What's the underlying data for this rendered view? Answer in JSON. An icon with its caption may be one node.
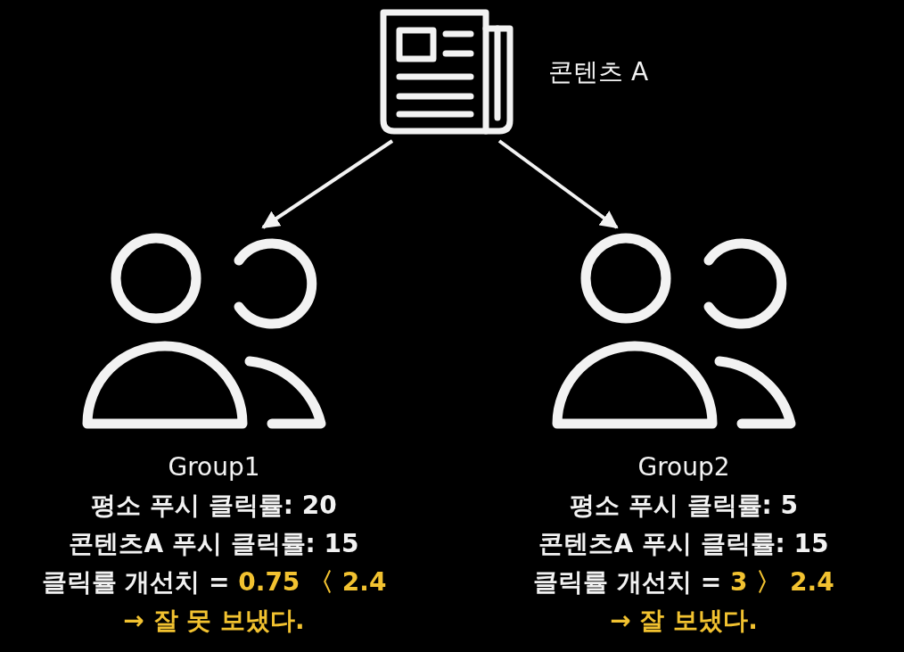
{
  "diagram": {
    "nodes": [
      {
        "text": [],
        "shape": "newspaper",
        "beside": [
          "콘텐츠 A"
        ]
      },
      {
        "text": [
          "Group1",
          "평소 푸시 클릭률: 20",
          "콘텐츠A 푸시 클릭률: 15",
          "클릭률 개선치 = **0.75 〈 2.4**",
          "→ 잘 못 보냈다."
        ]
      },
      {
        "text": [
          "Group2",
          "평소 푸시 클릭률: 5",
          "콘텐츠A 푸시 클릭률: 15",
          "클릭률 개선치 = **3 〉 2.4**",
          "→ 잘 보냈다."
        ]
      }
    ],
    "edges": [
      {
        "from": 0,
        "to": 1,
        "arrow": "to"
      },
      {
        "from": 0,
        "to": 2,
        "arrow": "to"
      }
    ]
  }
}
